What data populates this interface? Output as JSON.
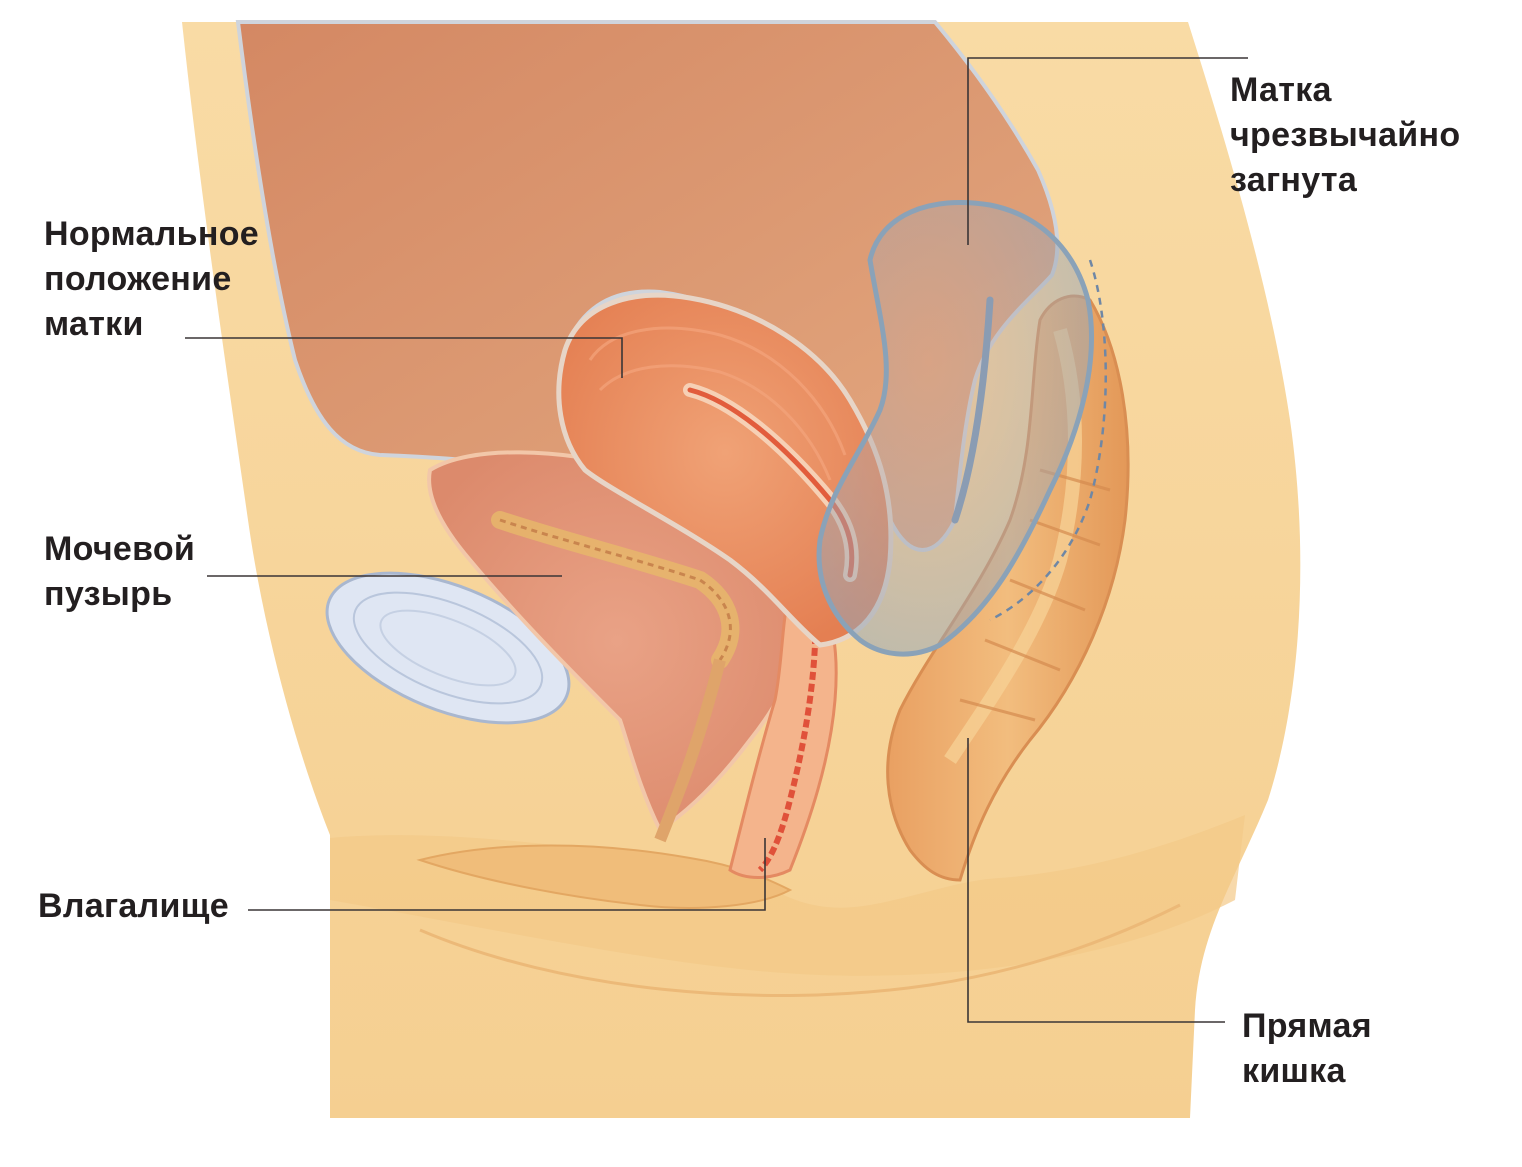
{
  "labels": {
    "normal_uterus": "Нормальное\nположение\nматки",
    "bent_uterus": "Матка\nчрезвычайно\nзагнута",
    "bladder": "Мочевой\nпузырь",
    "vagina": "Влагалище",
    "rectum": "Прямая\nкишка"
  },
  "colors": {
    "skin": "#f8d9a0",
    "skin_dark": "#f0c47e",
    "abdomen": "#d9956e",
    "uterus": "#e98b5e",
    "bladder": "#e2967a",
    "symphysis": "#dfe6f3",
    "bent_uterus_outline": "#8aa2b8",
    "rectum": "#eaa76a"
  }
}
